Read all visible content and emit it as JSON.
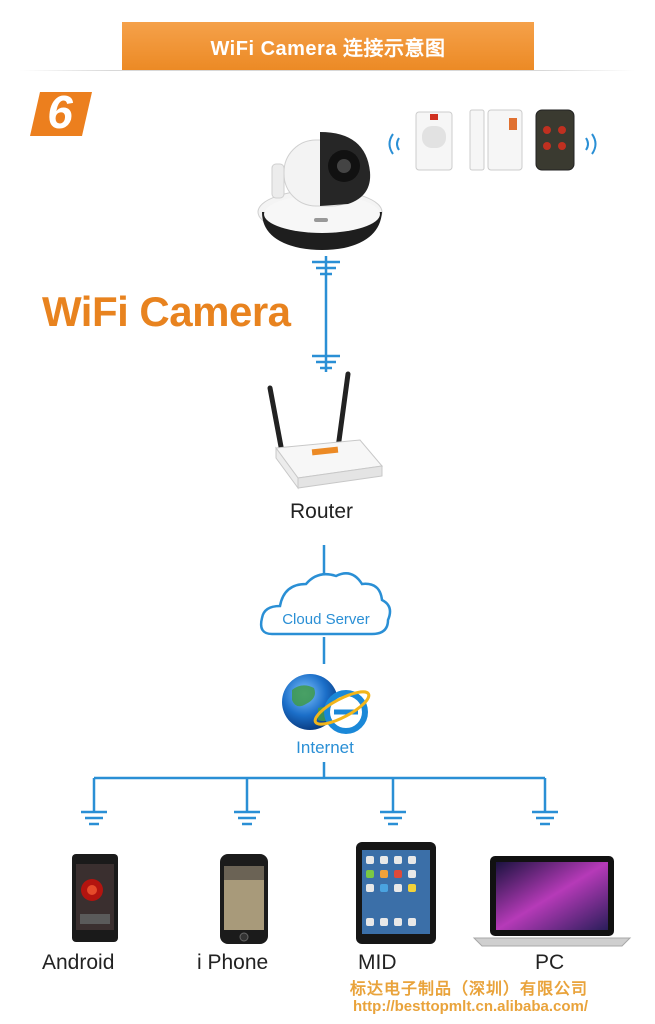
{
  "header": {
    "title": "WiFi Camera 连接示意图"
  },
  "step": {
    "number": "6"
  },
  "camera": {
    "title": "WiFi Camera"
  },
  "router": {
    "label": "Router"
  },
  "cloud": {
    "label": "Cloud Server"
  },
  "internet": {
    "label": "Internet"
  },
  "devices": [
    {
      "label": "Android"
    },
    {
      "label": "i Phone"
    },
    {
      "label": "MID"
    },
    {
      "label": "PC"
    }
  ],
  "footer": {
    "company": "标达电子制品（深圳）有限公司",
    "url": "http://besttopmlt.cn.alibaba.com/"
  },
  "colors": {
    "accent": "#ec8a25",
    "line": "#2a8fd5",
    "text": "#222222"
  }
}
